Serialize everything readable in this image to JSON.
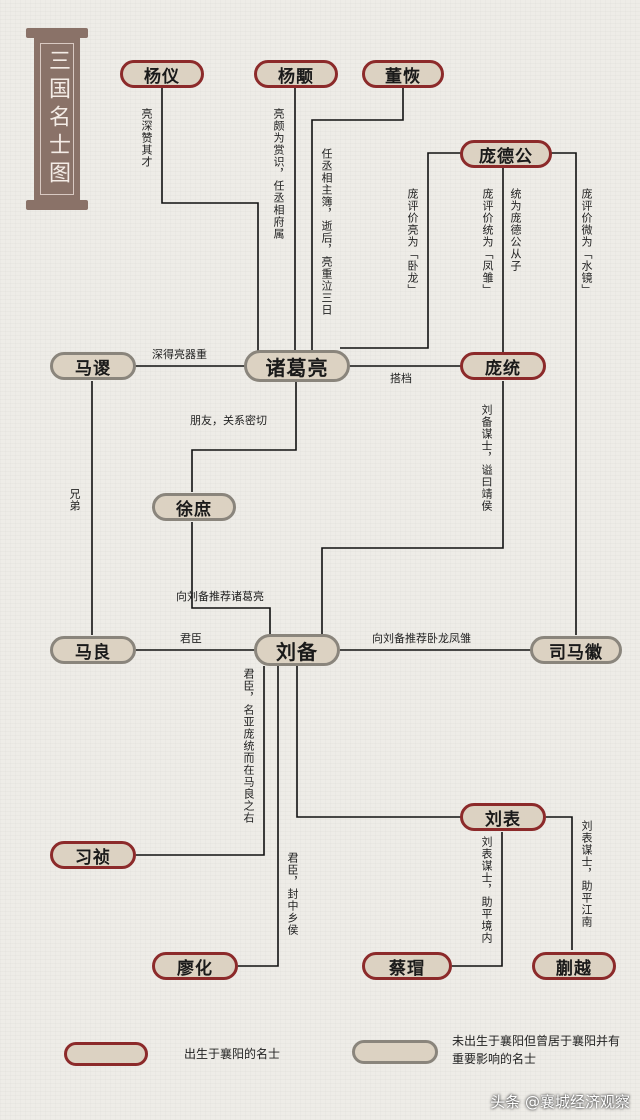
{
  "title": "三国名士图",
  "nodes": {
    "yangyi": "杨仪",
    "yangyong": "杨颙",
    "dongjue": "董恢",
    "pangdegong": "庞德公",
    "masu": "马谡",
    "zhugeliang": "诸葛亮",
    "pangtong": "庞统",
    "xushu": "徐庶",
    "maliang": "马良",
    "liubei": "刘备",
    "simahui": "司马徽",
    "liubiao": "刘表",
    "xizhen": "习祯",
    "liaohua": "廖化",
    "caimao": "蔡瑁",
    "kuaiyue": "蒯越"
  },
  "labels": {
    "yangyi_rel": "亮深赞其才",
    "yangyong_rel": "亮颇为赏识，任丞相府属",
    "dongjue_rel": "任丞相主簿，逝后，亮重泣三日",
    "pang_zhuge": "庞评价亮为「卧龙」",
    "pang_tong": "庞评价统为「凤雏」",
    "tong_pang": "统为庞德公从子",
    "pang_sima": "庞评价微为「水镜」",
    "masu_zhuge": "深得亮器重",
    "zhuge_tong": "搭档",
    "zhuge_xushu": "朋友，关系密切",
    "tong_liubei": "刘备谋士，谥曰靖侯",
    "masu_maliang": "兄弟",
    "xushu_liubei": "向刘备推荐诸葛亮",
    "maliang_liubei": "君臣",
    "sima_liubei": "向刘备推荐卧龙凤雏",
    "xizhen_liubei": "君臣，名亚庞统而在马良之右",
    "liaohua_liubei": "君臣，封中乡侯",
    "caimao_liubiao": "刘表谋士，助平境内",
    "kuaiyue_liubiao": "刘表谋士，助平江南"
  },
  "legend": {
    "born": "出生于襄阳的名士",
    "other": "未出生于襄阳但曾居于襄阳并有重要影响的名士"
  },
  "watermark": "头条 @襄城经济观察"
}
